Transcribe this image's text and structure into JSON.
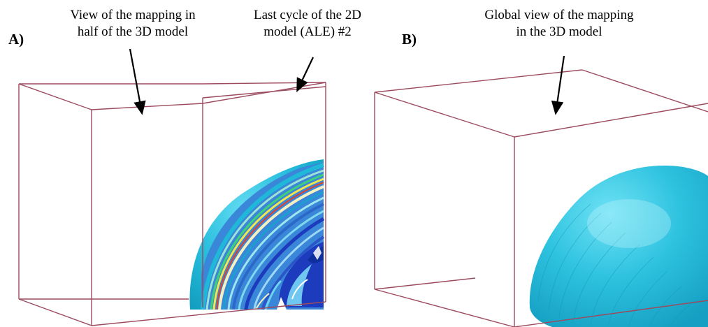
{
  "panel_a": {
    "letter": "A)",
    "label_left": {
      "line1": "View of the mapping in",
      "line2": "half of the 3D model"
    },
    "label_right": {
      "line1": "Last cycle of the 2D",
      "line2": "model (ALE) #2"
    }
  },
  "panel_b": {
    "letter": "B)",
    "label": {
      "line1": "Global view of the mapping",
      "line2": "in the 3D model"
    }
  },
  "colors": {
    "box_edge": "#9c4a5e",
    "mapping_cyan": "#1fb8d9",
    "mapping_dark_blue": "#1d3bbd",
    "contour_yellow": "#f2e64d",
    "contour_green": "#3fd07a",
    "contour_red": "#e2422a"
  }
}
